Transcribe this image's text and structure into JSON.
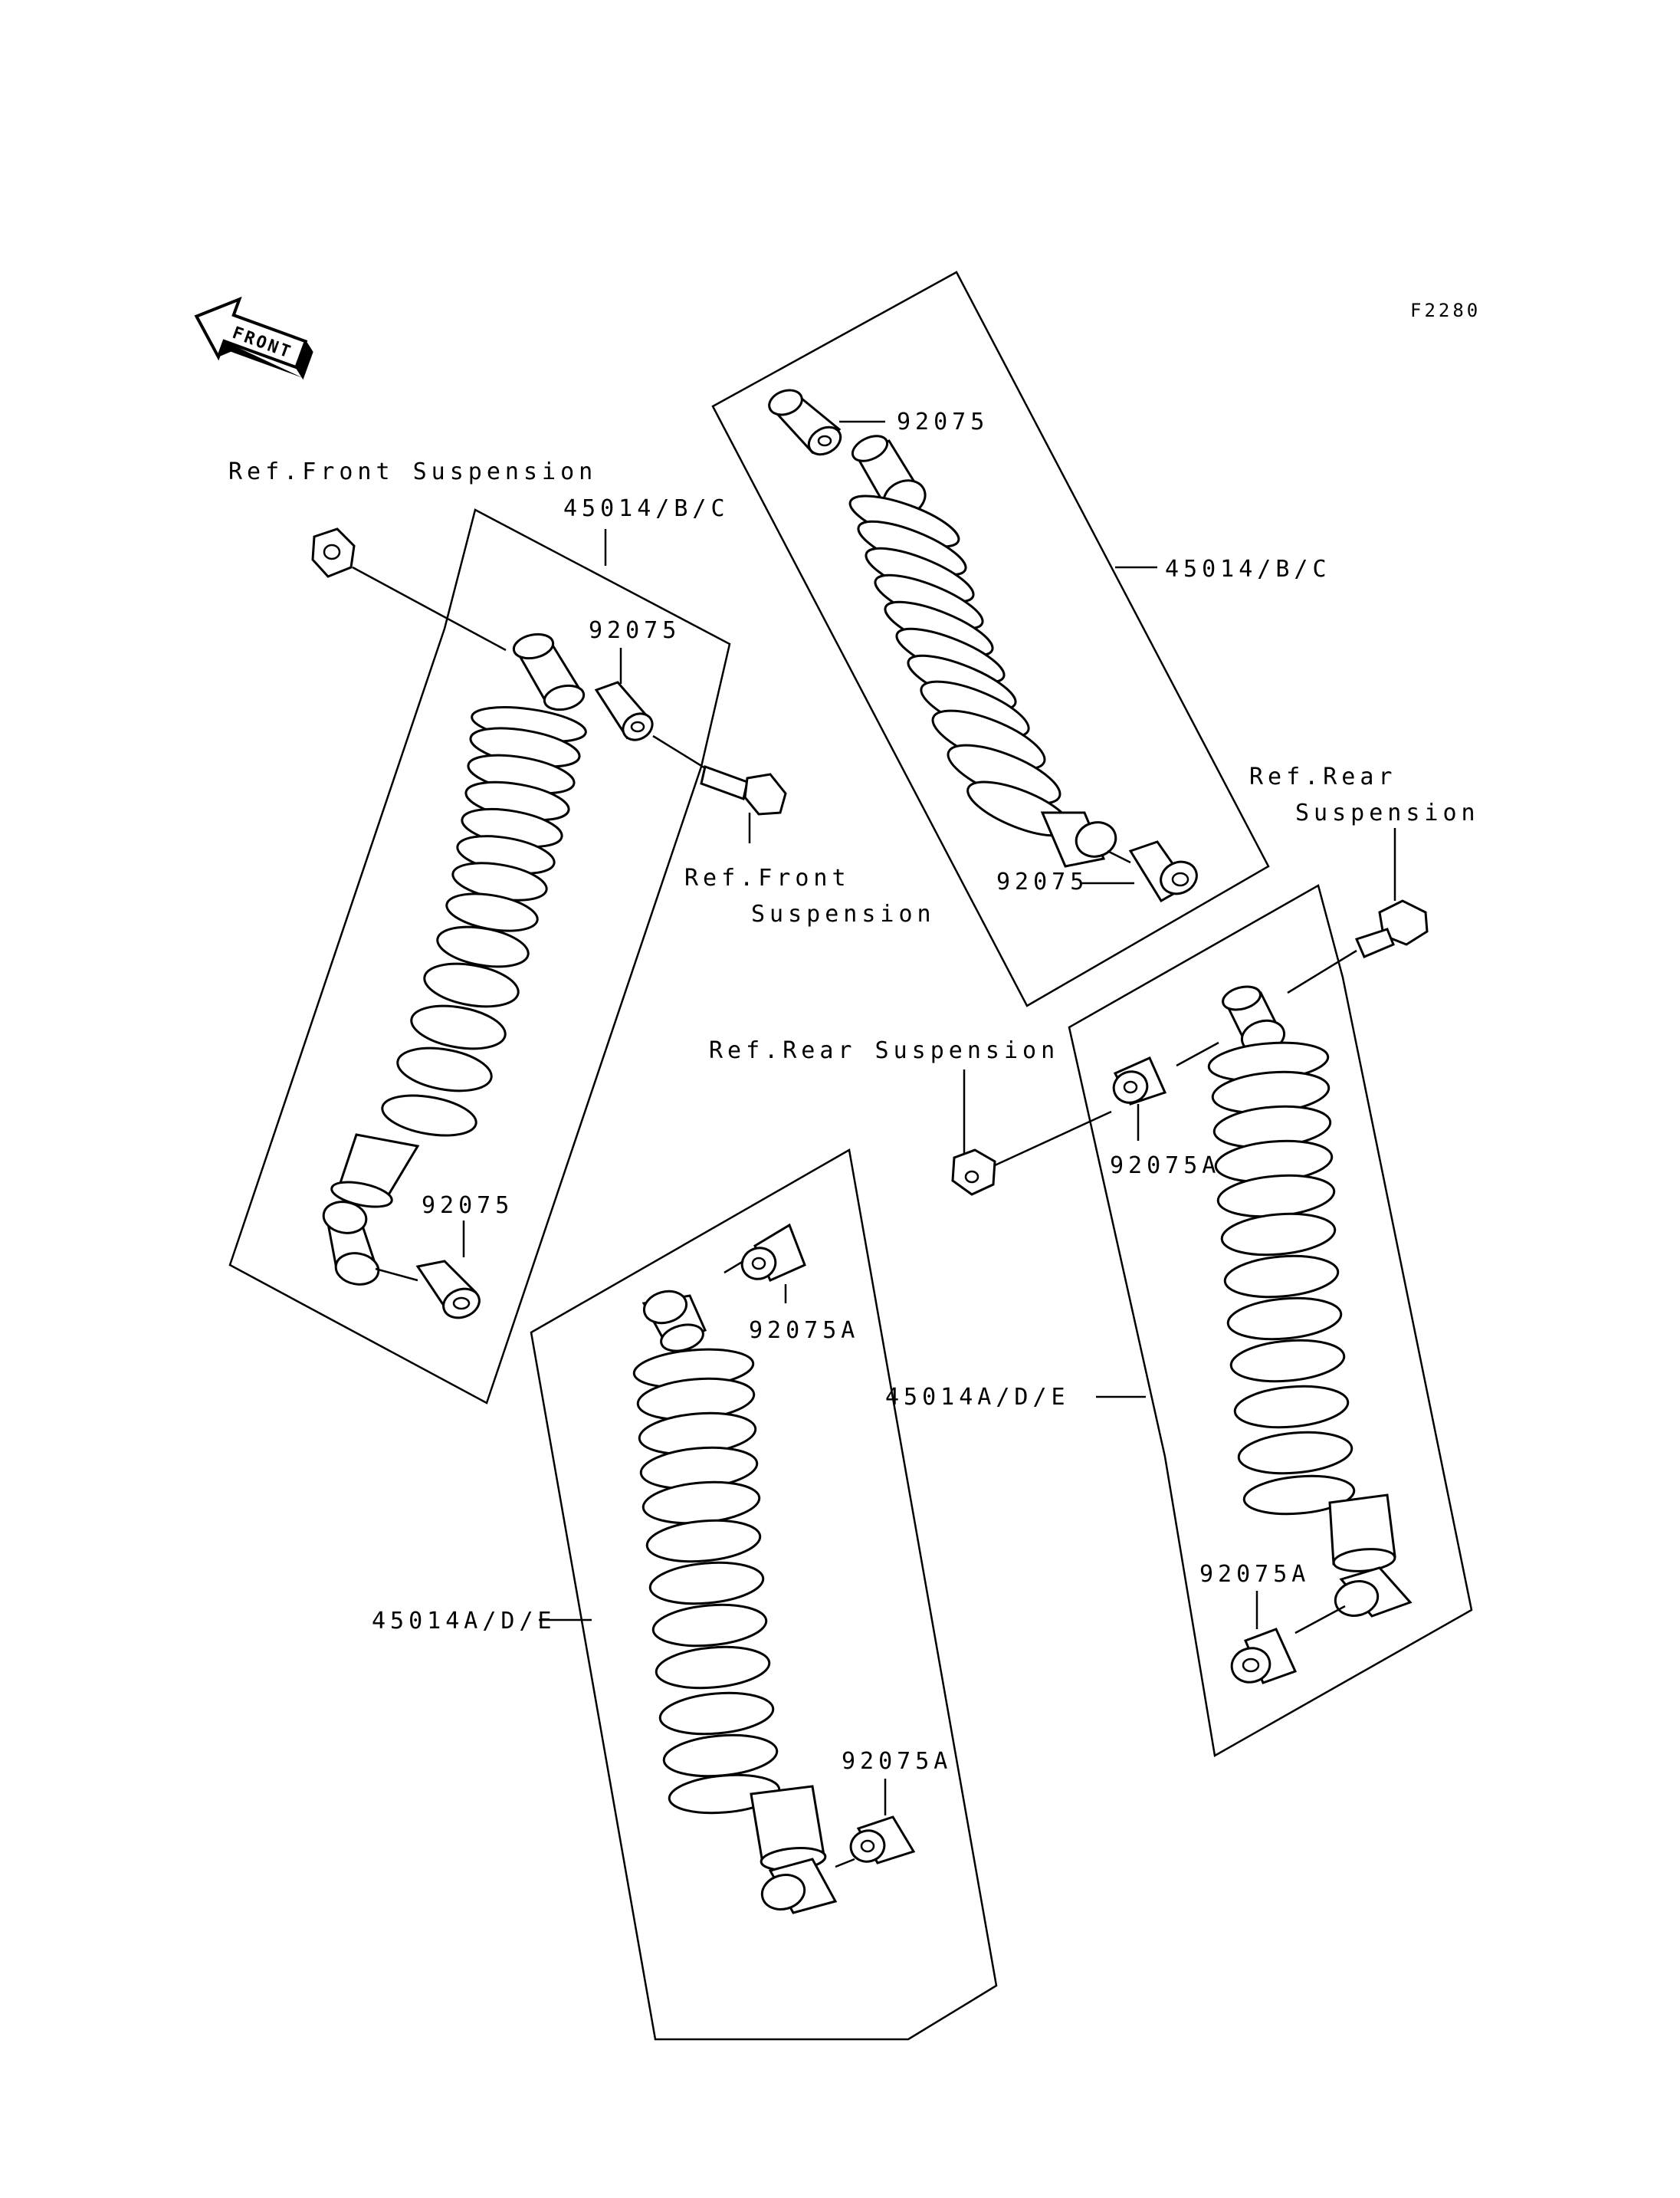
{
  "figure_code": "F2280",
  "front_arrow_text": "FRONT",
  "labels": {
    "ref_front_suspension_top": "Ref.Front Suspension",
    "assembly_top_left": "45014/B/C",
    "bushing_top_left": "92075",
    "ref_front_suspension_bolt_line1": "Ref.Front",
    "ref_front_suspension_bolt_line2": "Suspension",
    "bushing_bottom_left": "92075",
    "bushing_center_top": "92075",
    "assembly_center": "45014/B/C",
    "bushing_center_bottom": "92075",
    "ref_rear_suspension_right_line1": "Ref.Rear",
    "ref_rear_suspension_right_line2": "Suspension",
    "ref_rear_suspension_center": "Ref.Rear Suspension",
    "bushing_rear_right_top": "92075A",
    "assembly_rear_right": "45014A/D/E",
    "bushing_rear_right_bottom": "92075A",
    "bushing_rear_left_top": "92075A",
    "assembly_rear_left": "45014A/D/E",
    "bushing_rear_left_bottom": "92075A"
  }
}
